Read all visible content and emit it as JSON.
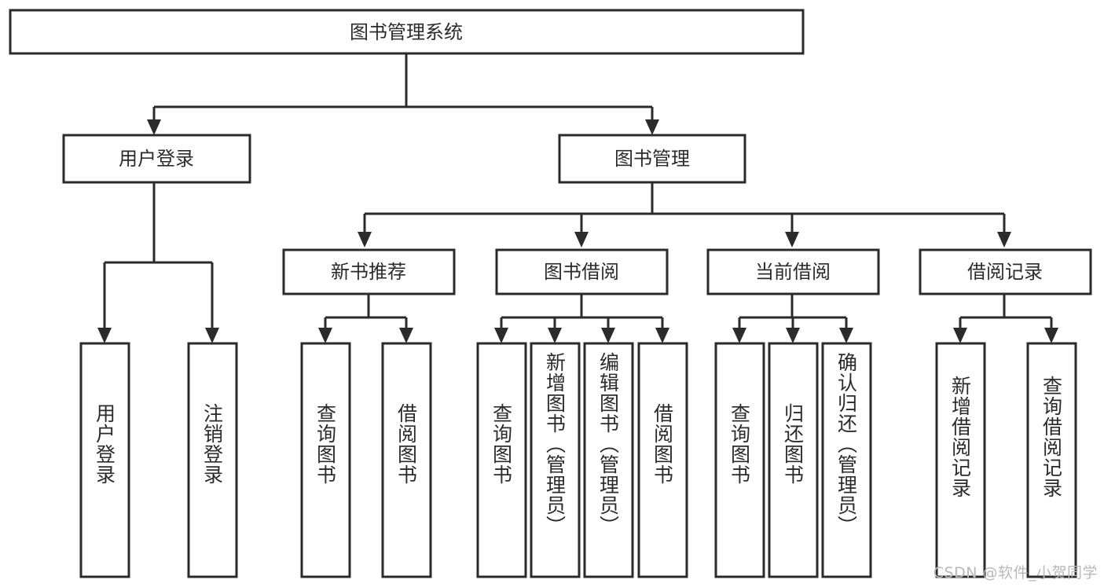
{
  "diagram": {
    "type": "tree-hierarchy-chart",
    "title": "图书管理系统",
    "root": {
      "id": "root",
      "label": "图书管理系统"
    },
    "level1": [
      {
        "id": "user-login",
        "label": "用户登录"
      },
      {
        "id": "book-manage",
        "label": "图书管理"
      }
    ],
    "level2": [
      {
        "id": "new-book-recommend",
        "label": "新书推荐",
        "parent": "book-manage"
      },
      {
        "id": "book-borrow",
        "label": "图书借阅",
        "parent": "book-manage"
      },
      {
        "id": "current-borrow",
        "label": "当前借阅",
        "parent": "book-manage"
      },
      {
        "id": "borrow-record",
        "label": "借阅记录",
        "parent": "book-manage"
      }
    ],
    "leaves": [
      {
        "id": "leaf-user-login",
        "label": "用户登录",
        "parent": "user-login"
      },
      {
        "id": "leaf-logout",
        "label": "注销登录",
        "parent": "user-login"
      },
      {
        "id": "leaf-query-book-1",
        "label": "查询图书",
        "parent": "new-book-recommend"
      },
      {
        "id": "leaf-borrow-book-1",
        "label": "借阅图书",
        "parent": "new-book-recommend"
      },
      {
        "id": "leaf-query-book-2",
        "label": "查询图书",
        "parent": "book-borrow"
      },
      {
        "id": "leaf-add-book",
        "label": "新增图书（管理员）",
        "parent": "book-borrow"
      },
      {
        "id": "leaf-edit-book",
        "label": "编辑图书（管理员）",
        "parent": "book-borrow"
      },
      {
        "id": "leaf-borrow-book-2",
        "label": "借阅图书",
        "parent": "book-borrow"
      },
      {
        "id": "leaf-query-book-3",
        "label": "查询图书",
        "parent": "current-borrow"
      },
      {
        "id": "leaf-return-book",
        "label": "归还图书",
        "parent": "current-borrow"
      },
      {
        "id": "leaf-confirm-return",
        "label": "确认归还（管理员）",
        "parent": "current-borrow"
      },
      {
        "id": "leaf-add-record",
        "label": "新增借阅记录",
        "parent": "borrow-record"
      },
      {
        "id": "leaf-query-record",
        "label": "查询借阅记录",
        "parent": "borrow-record"
      }
    ],
    "colors": {
      "border": "#2b2b2b",
      "fill": "#ffffff",
      "text": "#2b2b2b",
      "watermark": "#b9b9b9",
      "background": "#ffffff"
    }
  },
  "watermark": {
    "text": "CSDN @软件_小贺同学"
  }
}
